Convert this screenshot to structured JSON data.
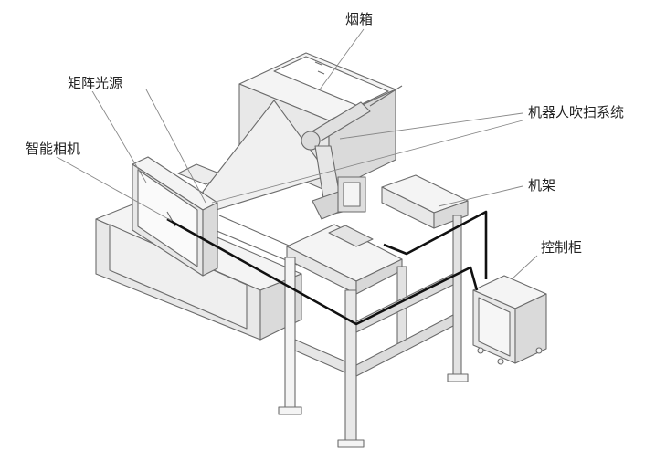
{
  "labels": {
    "smoke_box": "烟箱",
    "matrix_light": "矩阵光源",
    "robot_blowing": "机器人吹扫系统",
    "smart_camera": "智能相机",
    "frame": "机架",
    "control_cabinet": "控制柜"
  },
  "colors": {
    "line": "#6b6b6b",
    "fill_light": "#f4f4f4",
    "fill_mid": "#e8e8e8",
    "fill_dark": "#dadada",
    "cable": "#111111",
    "text": "#222222"
  }
}
